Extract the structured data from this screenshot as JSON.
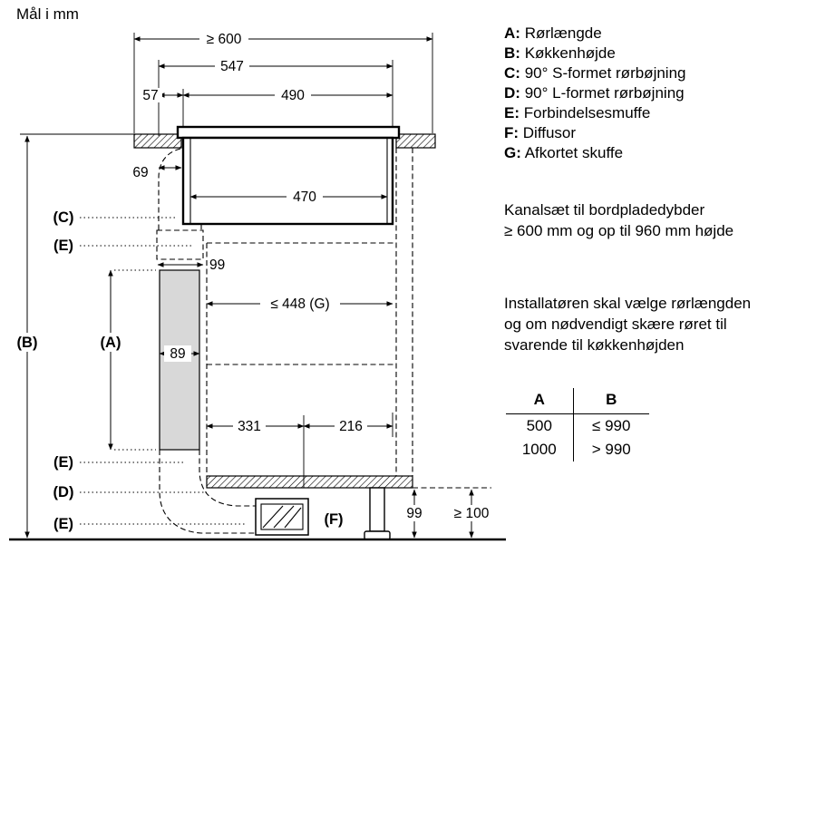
{
  "title": "Mål i mm",
  "colors": {
    "pipe_fill": "#d8d8d8",
    "line": "#000000",
    "background": "#ffffff"
  },
  "legend": {
    "items": [
      {
        "key": "A:",
        "label": "Rørlængde"
      },
      {
        "key": "B:",
        "label": "Køkkenhøjde"
      },
      {
        "key": "C:",
        "label": "90° S-formet rørbøjning"
      },
      {
        "key": "D:",
        "label": "90° L-formet rørbøjning"
      },
      {
        "key": "E:",
        "label": "Forbindelsesmuffe"
      },
      {
        "key": "F:",
        "label": "Diffusor"
      },
      {
        "key": "G:",
        "label": "Afkortet skuffe"
      }
    ]
  },
  "notes": {
    "duct_kit": "Kanalsæt til bordpladedybder\n≥ 600 mm og op til 960 mm højde",
    "installer": "Installatøren skal vælge rørlængden\nog om nødvendigt skære røret til\nsvarende til køkkenhøjden"
  },
  "table": {
    "headers": [
      "A",
      "B"
    ],
    "rows": [
      [
        "500",
        "≤ 990"
      ],
      [
        "1000",
        "> 990"
      ]
    ]
  },
  "dims": {
    "top_width": "≥ 600",
    "hob_total": "547",
    "front": "57",
    "hob_width": "490",
    "duct_gap": "69",
    "drawer_len": "470",
    "sleeve_w": "99",
    "drawer_cut": "≤ 448 (G)",
    "pipe_w": "89",
    "back_depth": "331",
    "front_depth": "216",
    "plinth_h": "99",
    "floor_gap": "≥ 100"
  },
  "labels": {
    "a": "(A)",
    "b": "(B)",
    "c": "(C)",
    "d": "(D)",
    "e": "(E)",
    "f": "(F)"
  }
}
